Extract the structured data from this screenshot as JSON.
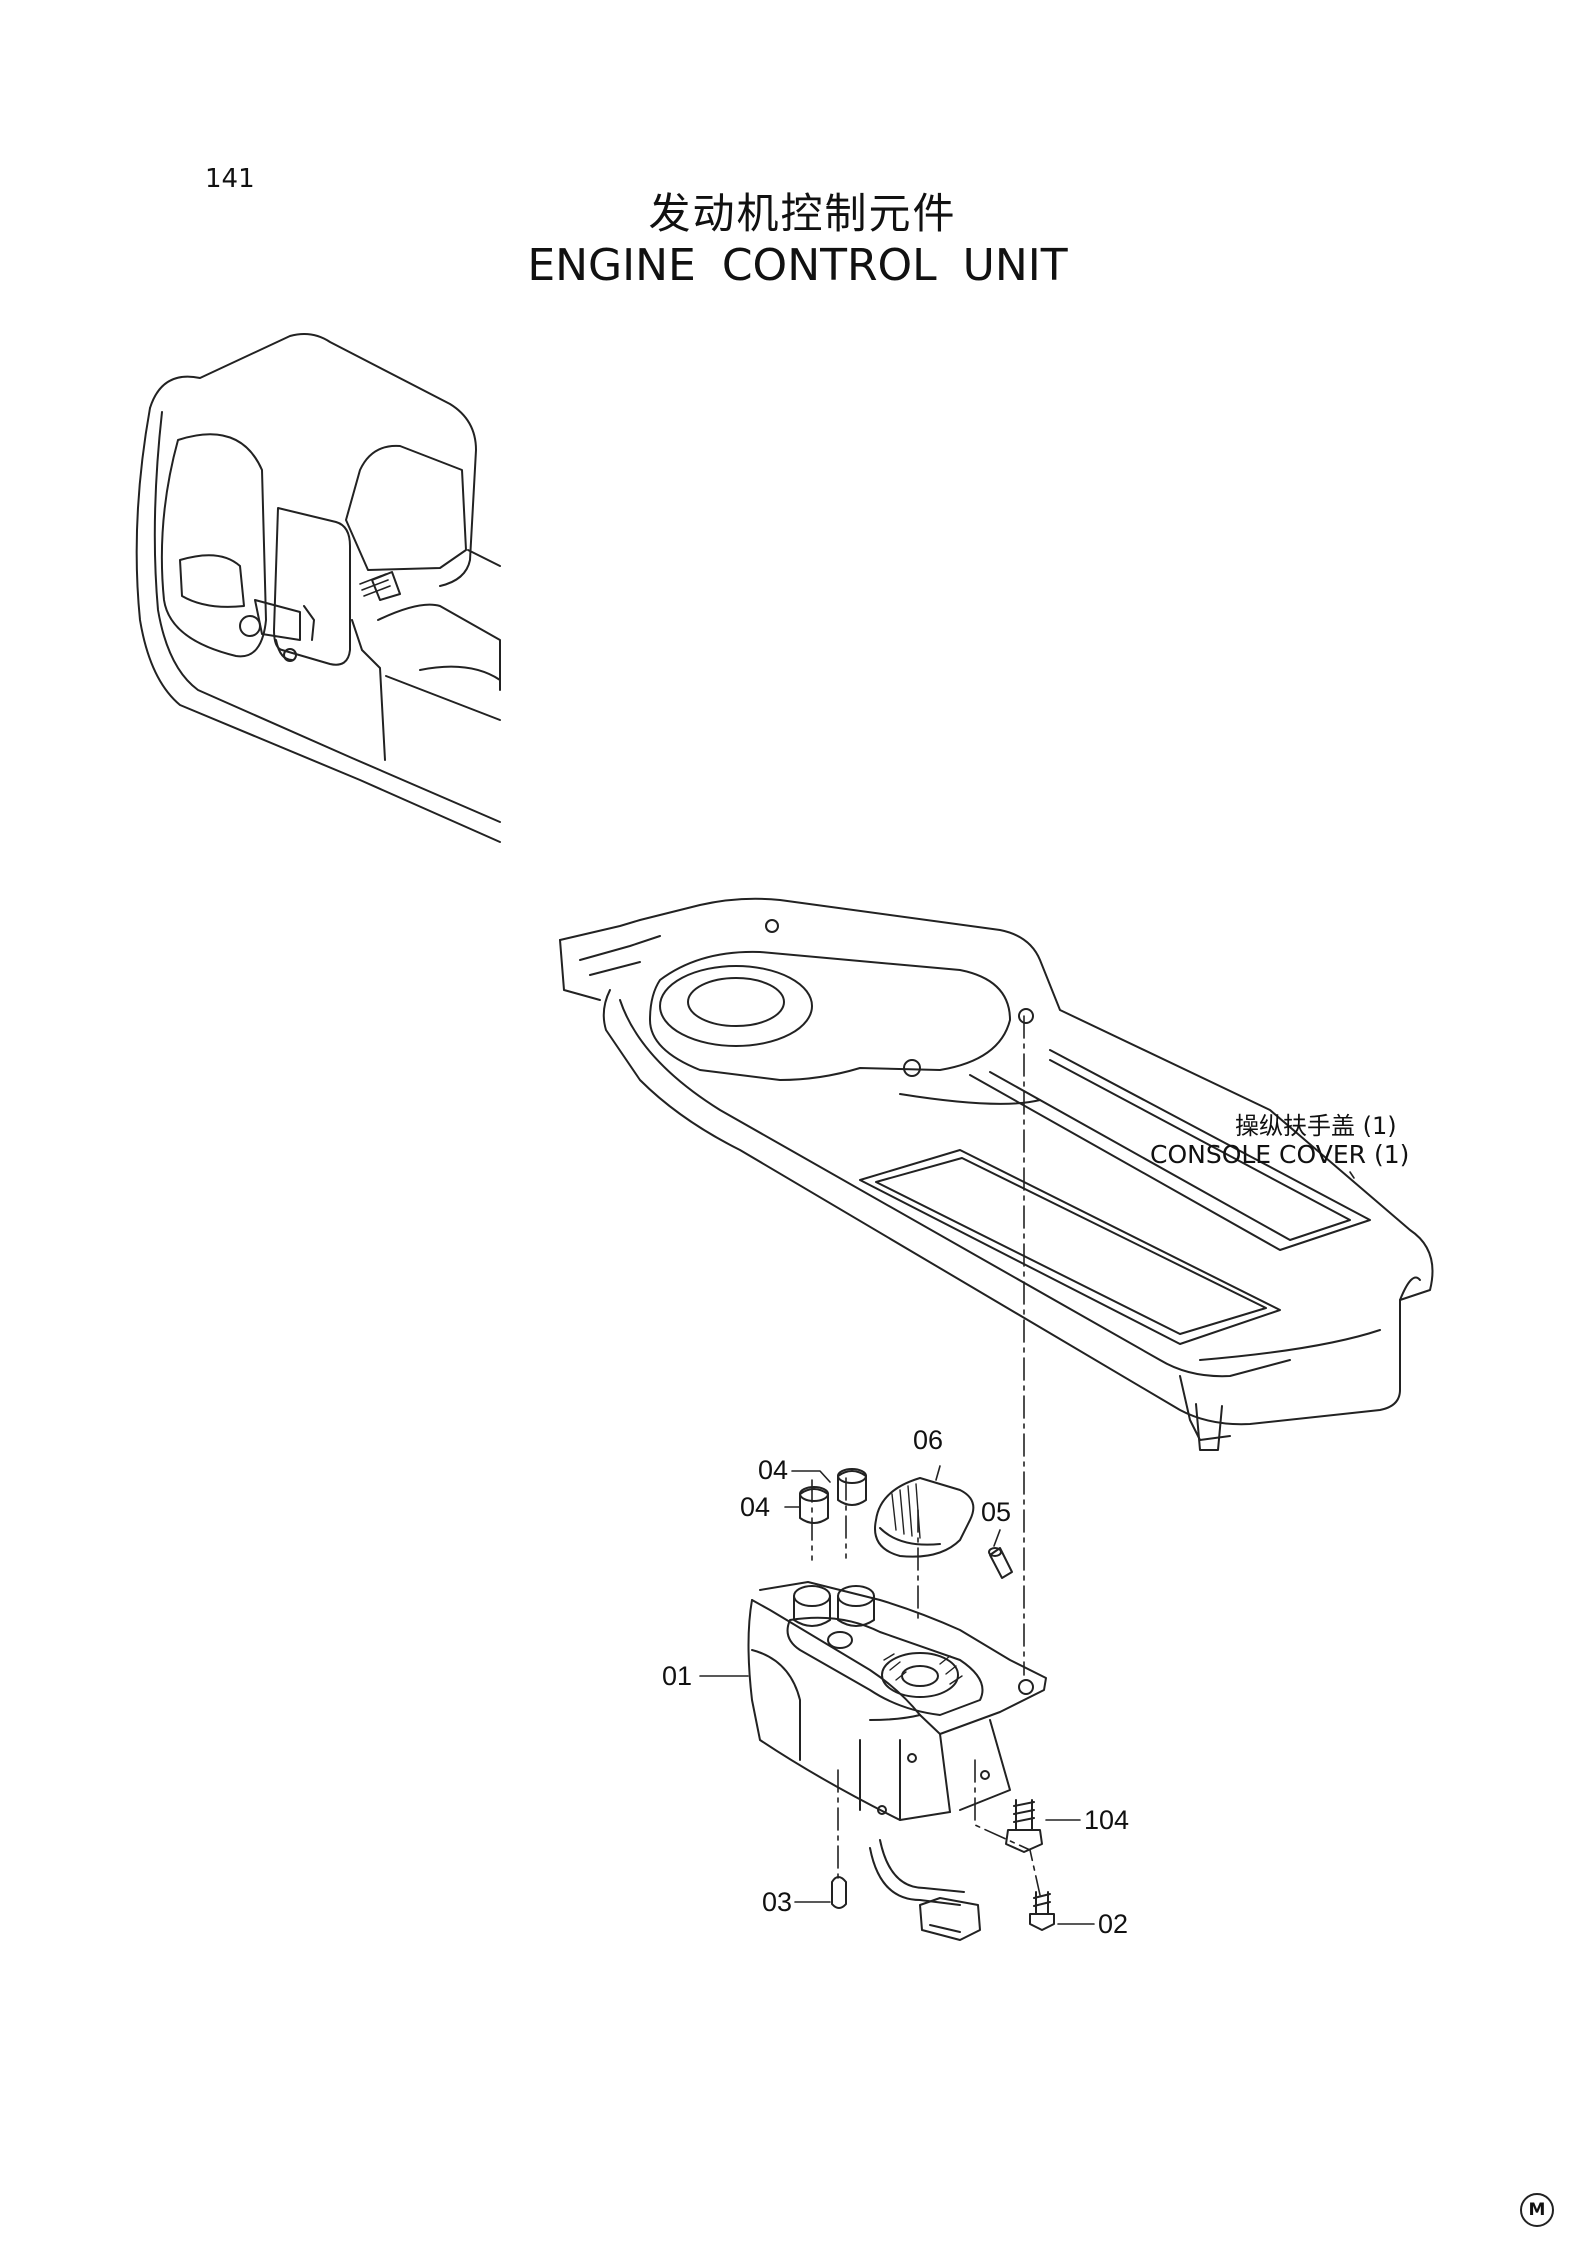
{
  "page": {
    "number": "141"
  },
  "title": {
    "cn": "发动机控制元件",
    "en": "ENGINE CONTROL UNIT"
  },
  "callouts": {
    "console_cn": "操纵扶手盖  (1)",
    "console_en": "CONSOLE COVER  (1)",
    "p04a": "04",
    "p04b": "04",
    "p06": "06",
    "p05": "05",
    "p01": "01",
    "p104": "104",
    "p03": "03",
    "p02": "02"
  },
  "mark": "M"
}
